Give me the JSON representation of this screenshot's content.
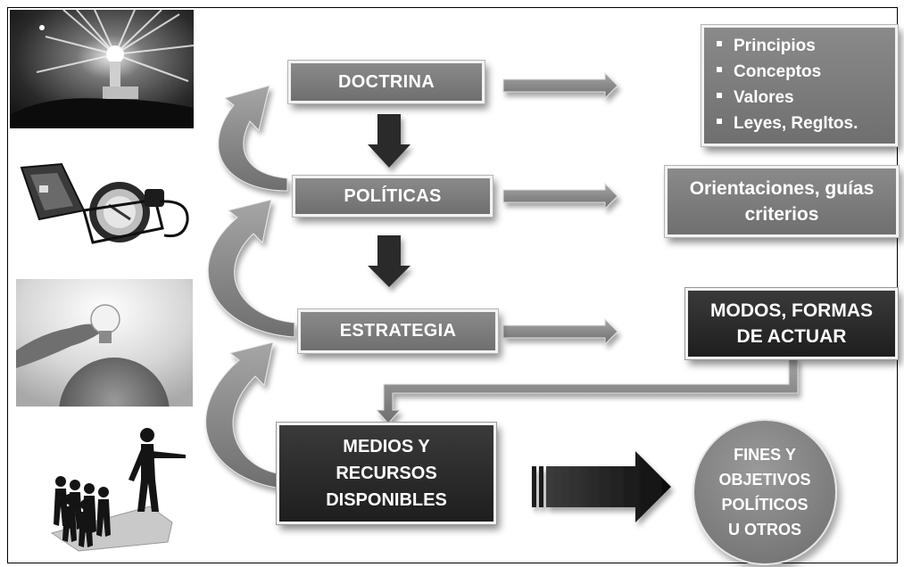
{
  "concepts": {
    "doctrina": "DOCTRINA",
    "politicas": "POLÍTICAS",
    "estrategia": "ESTRATEGIA",
    "medios": [
      "MEDIOS Y",
      "RECURSOS",
      "DISPONIBLES"
    ]
  },
  "details": {
    "doctrina_items": [
      "Principios",
      "Conceptos",
      "Valores",
      "Leyes, Regltos."
    ],
    "politicas_detail": [
      "Orientaciones, guías",
      "criterios"
    ],
    "estrategia_detail": [
      "MODOS, FORMAS",
      "DE ACTUAR"
    ]
  },
  "goal": [
    "FINES Y",
    "OBJETIVOS",
    "POLÍTICOS",
    "U OTROS"
  ],
  "images": {
    "lighthouse": "lighthouse-photo",
    "compass": "compass-photo",
    "lightbulb": "lightbulb-idea-photo",
    "leader": "leader-figures-illustration"
  },
  "colors": {
    "box_gray": "#7c7c7c",
    "box_dark": "#262626",
    "arrow_gray": "#8c8c8c",
    "arrow_dark": "#1f1f1f"
  }
}
